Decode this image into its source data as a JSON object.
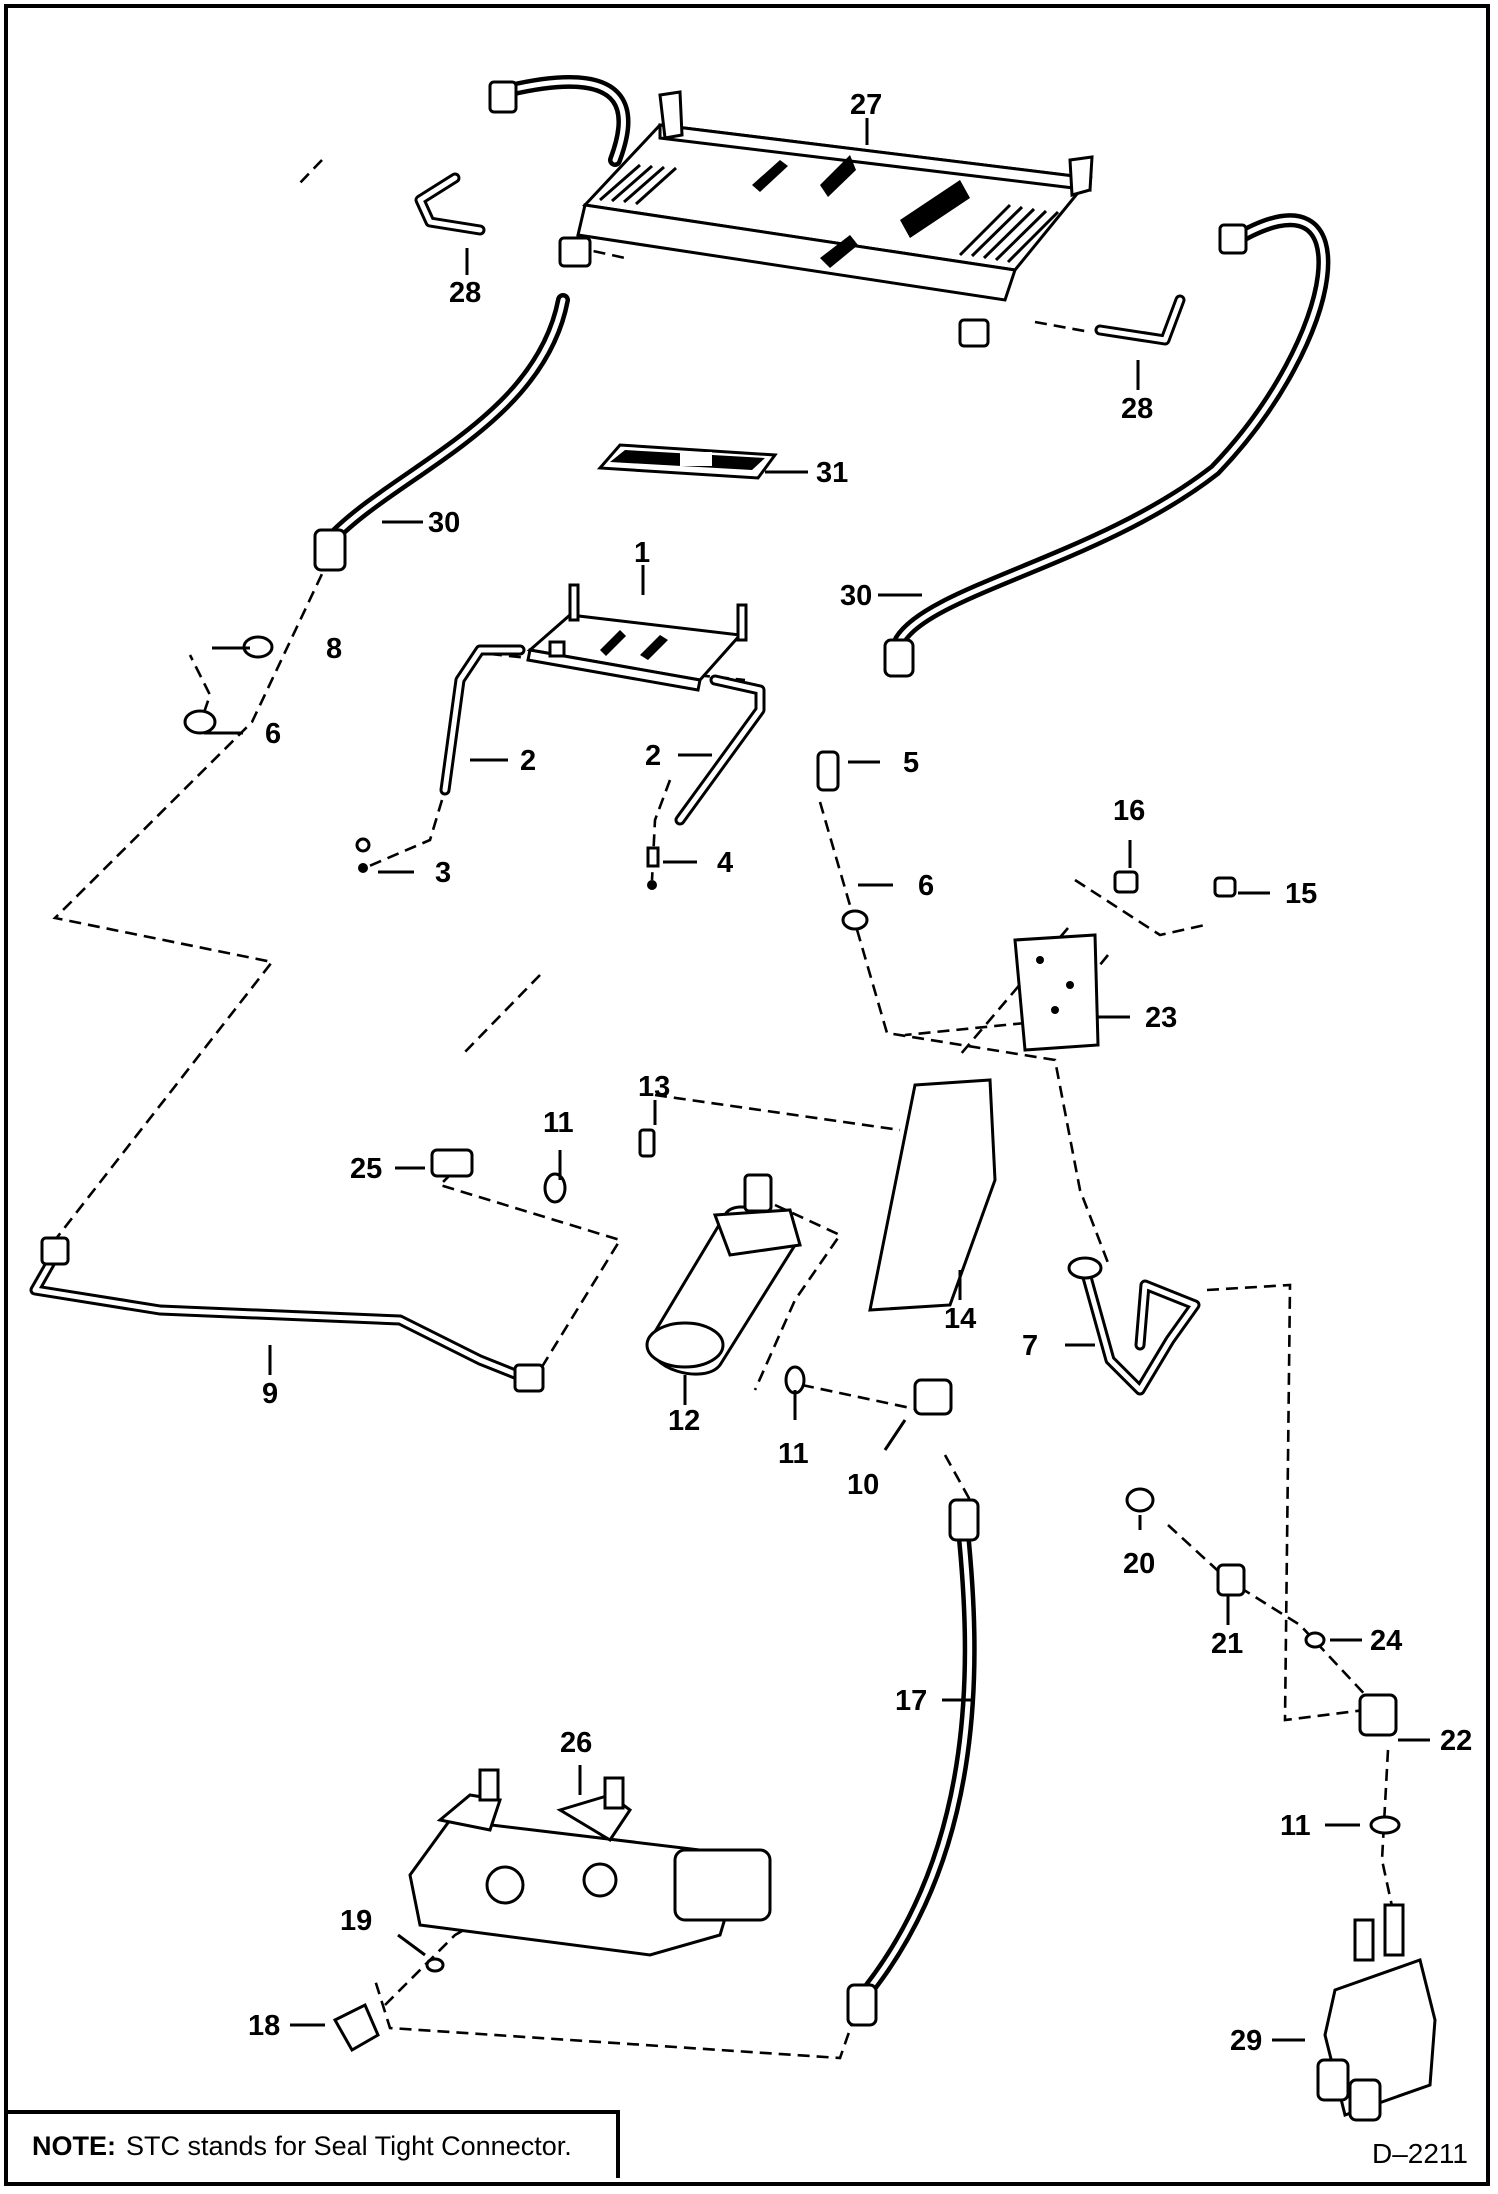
{
  "callouts": [
    "27",
    "28",
    "28",
    "31",
    "30",
    "30",
    "1",
    "8",
    "6",
    "2",
    "2",
    "5",
    "3",
    "4",
    "6",
    "16",
    "15",
    "23",
    "13",
    "11",
    "25",
    "14",
    "7",
    "9",
    "12",
    "11",
    "10",
    "20",
    "21",
    "24",
    "17",
    "26",
    "22",
    "11",
    "19",
    "29",
    "18"
  ],
  "note": {
    "label": "NOTE:",
    "text": "STC stands for Seal Tight Connector."
  },
  "drawing_id": "D–2211"
}
